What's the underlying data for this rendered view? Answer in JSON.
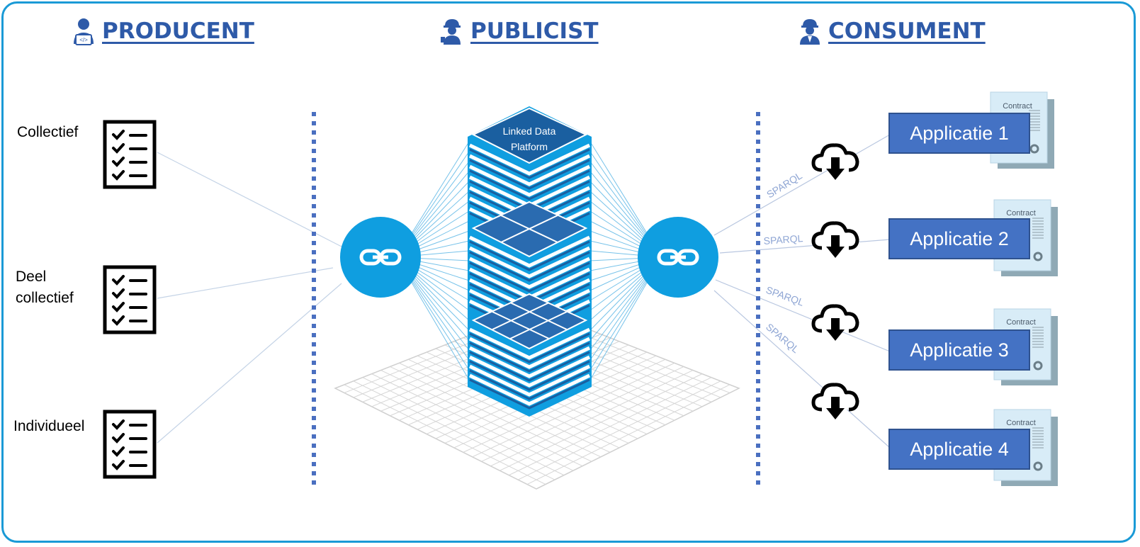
{
  "headings": {
    "producent": "PRODUCENT",
    "publicist": "PUBLICIST",
    "consument": "CONSUMENT"
  },
  "producer_items": [
    {
      "label": "Collectief"
    },
    {
      "label": "Deel collectief"
    },
    {
      "label": "Individueel"
    }
  ],
  "platform": {
    "line1": "Linked Data",
    "line2": "Platform"
  },
  "protocol": "SPARQL",
  "contract_label": "Contract",
  "applications": [
    "Applicatie 1",
    "Applicatie 2",
    "Applicatie 3",
    "Applicatie 4"
  ],
  "colors": {
    "heading": "#2e5aa8",
    "hub": "#0f9ee0",
    "app": "#4472c4",
    "divider": "#4a6fc0",
    "frame": "#1a9ad6"
  }
}
